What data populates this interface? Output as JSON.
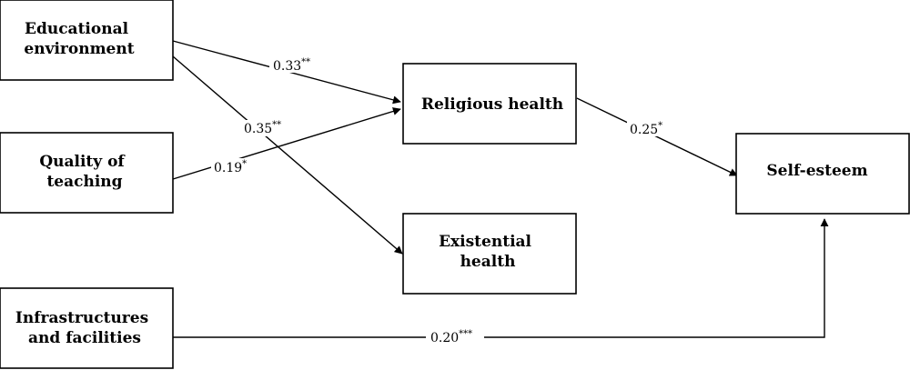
{
  "nodes": {
    "educational_environment": [
      "Educational",
      "environment"
    ],
    "quality_of_teaching": [
      "Quality of",
      "teaching"
    ],
    "infrastructures_and_facilities": [
      "Infrastructures",
      "and facilities"
    ],
    "religious_health": [
      "Religious health"
    ],
    "existential_health": [
      "Existential",
      "health"
    ],
    "self_esteem": [
      "Self-esteem"
    ]
  },
  "edges": {
    "edu_to_religious": {
      "value": "0.33",
      "sig": "**"
    },
    "edu_to_existential": {
      "value": "0.35",
      "sig": "**"
    },
    "quality_to_religious": {
      "value": "0.19",
      "sig": "*"
    },
    "religious_to_selfesteem": {
      "value": "0.25",
      "sig": "*"
    },
    "infra_to_selfesteem": {
      "value": "0.20",
      "sig": "***"
    }
  }
}
